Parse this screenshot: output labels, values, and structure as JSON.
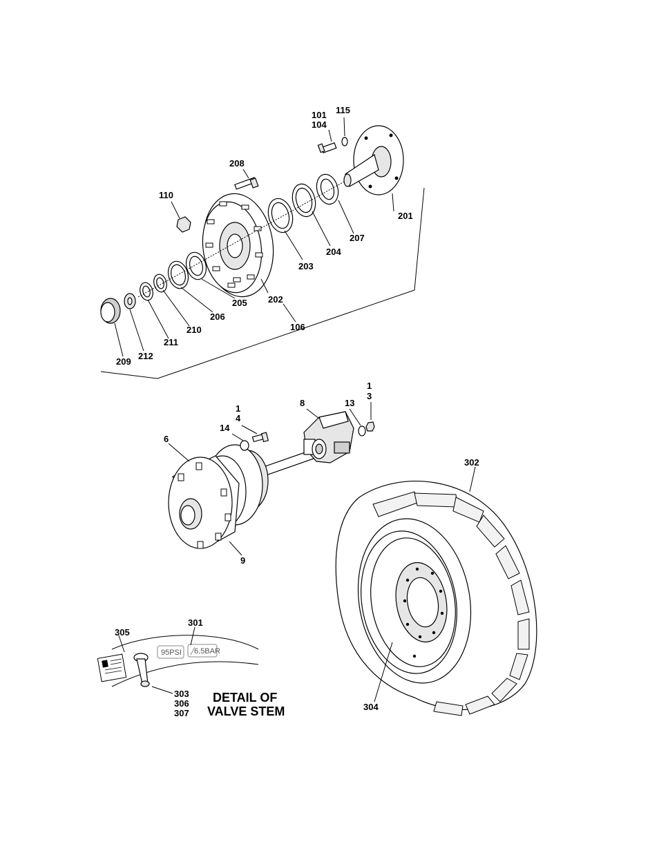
{
  "callouts": {
    "c101": "101",
    "c104": "104",
    "c115": "115",
    "c208": "208",
    "c110": "110",
    "c201": "201",
    "c207": "207",
    "c204": "204",
    "c203": "203",
    "c202": "202",
    "c205": "205",
    "c206": "206",
    "c210": "210",
    "c211": "211",
    "c212": "212",
    "c209": "209",
    "c106": "106",
    "c1a": "1",
    "c3": "3",
    "c8": "8",
    "c13": "13",
    "c1b": "1",
    "c4": "4",
    "c14": "14",
    "c6": "6",
    "c9": "9",
    "c302": "302",
    "c301": "301",
    "c305": "305",
    "c303": "303",
    "c306": "306",
    "c307": "307",
    "c304": "304"
  },
  "detail": {
    "title_line1": "DETAIL OF",
    "title_line2": "VALVE STEM",
    "sidewall_psi": "95PSI",
    "sidewall_bar": "6.5BAR"
  }
}
